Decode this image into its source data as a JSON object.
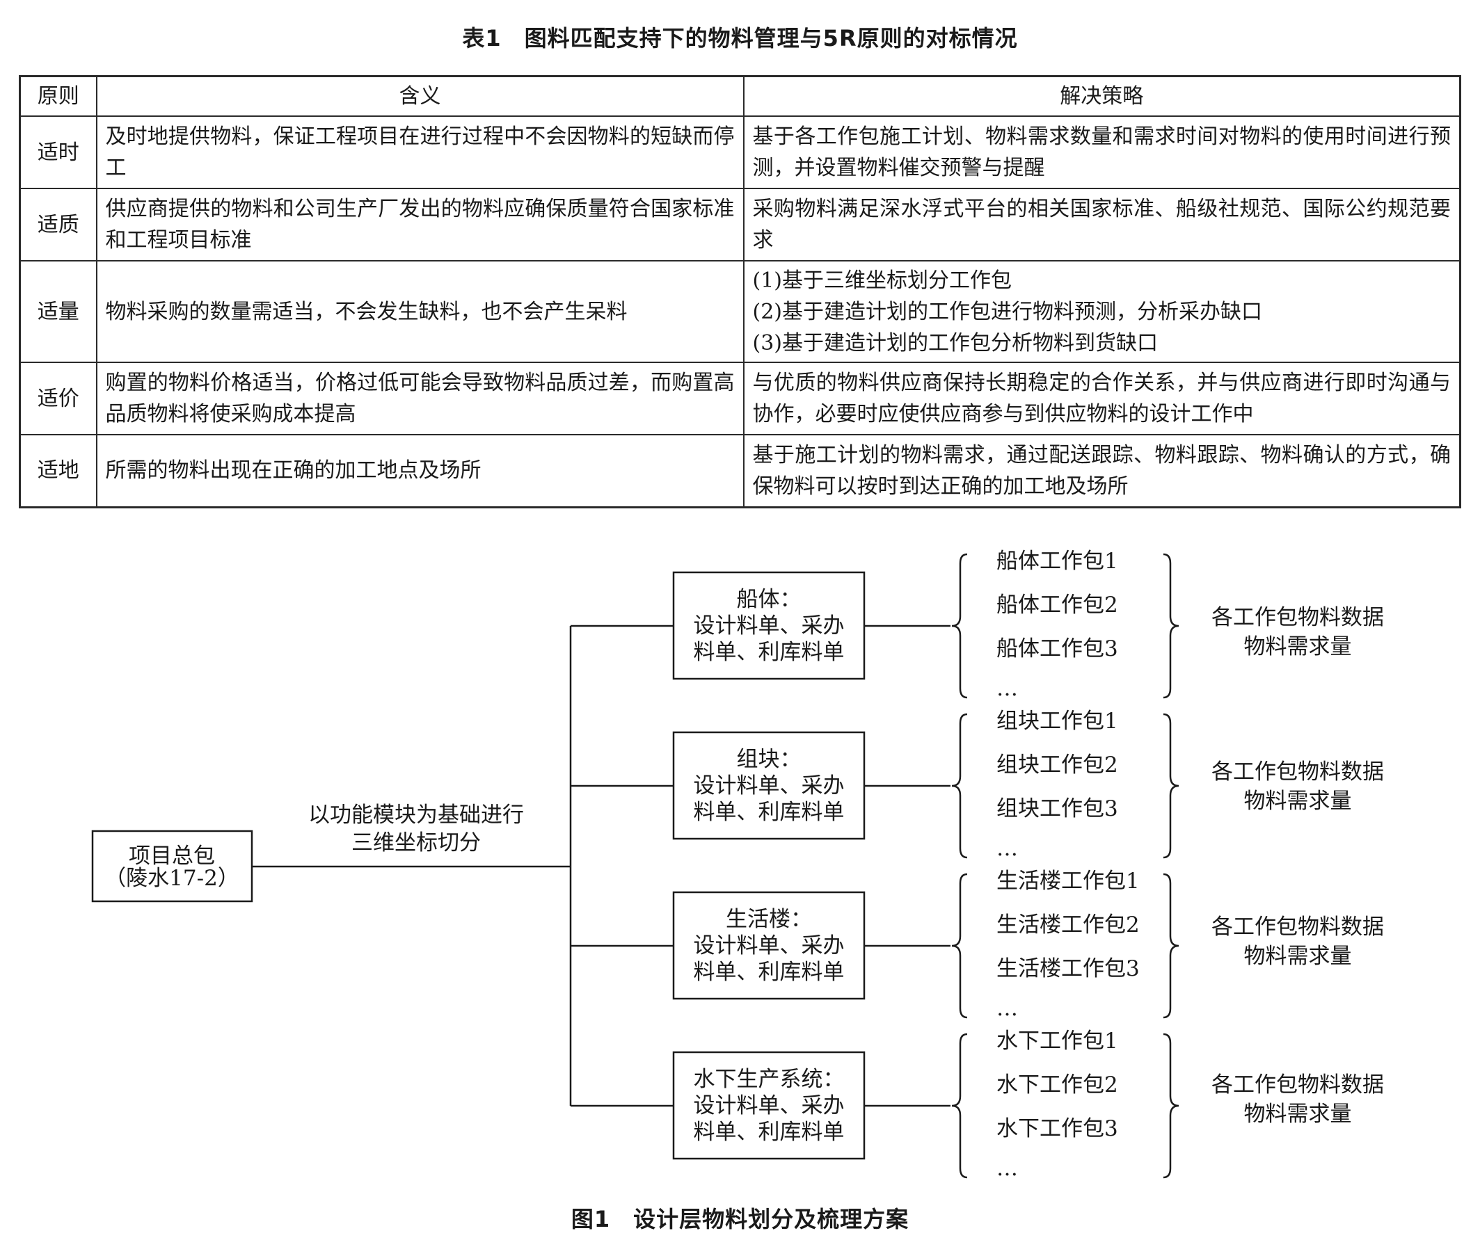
{
  "table": {
    "caption": "表1　图料匹配支持下的物料管理与5R原则的对标情况",
    "headers": [
      "原则",
      "含义",
      "解决策略"
    ],
    "rows": [
      {
        "principle": "适时",
        "meaning": "及时地提供物料，保证工程项目在进行过程中不会因物料的短缺而停工",
        "strategy": [
          "基于各工作包施工计划、物料需求数量和需求时间对物料的使用时间进行预测，并设置物料催交预警与提醒"
        ]
      },
      {
        "principle": "适质",
        "meaning": "供应商提供的物料和公司生产厂发出的物料应确保质量符合国家标准和工程项目标准",
        "strategy": [
          "采购物料满足深水浮式平台的相关国家标准、船级社规范、国际公约规范要求"
        ]
      },
      {
        "principle": "适量",
        "meaning": "物料采购的数量需适当，不会发生缺料，也不会产生呆料",
        "strategy": [
          "(1)基于三维坐标划分工作包",
          "(2)基于建造计划的工作包进行物料预测，分析采办缺口",
          "(3)基于建造计划的工作包分析物料到货缺口"
        ]
      },
      {
        "principle": "适价",
        "meaning": "购置的物料价格适当，价格过低可能会导致物料品质过差，而购置高品质物料将使采购成本提高",
        "strategy": [
          "与优质的物料供应商保持长期稳定的合作关系，并与供应商进行即时沟通与协作，必要时应使供应商参与到供应物料的设计工作中"
        ]
      },
      {
        "principle": "适地",
        "meaning": "所需的物料出现在正确的加工地点及场所",
        "strategy": [
          "基于施工计划的物料需求，通过配送跟踪、物料跟踪、物料确认的方式，确保物料可以按时到达正确的加工地及场所"
        ]
      }
    ]
  },
  "figure": {
    "caption": "图1　设计层物料划分及梳理方案",
    "root": {
      "line1": "项目总包",
      "line2": "（陵水17-2）"
    },
    "split_label": {
      "line1": "以功能模块为基础进行",
      "line2": "三维坐标切分"
    },
    "modules": [
      {
        "title": "船体：",
        "detail1": "设计料单、采办",
        "detail2": "料单、利库料单",
        "packages": [
          "船体工作包1",
          "船体工作包2",
          "船体工作包3",
          "…"
        ],
        "result1": "各工作包物料数据",
        "result2": "物料需求量"
      },
      {
        "title": "组块：",
        "detail1": "设计料单、采办",
        "detail2": "料单、利库料单",
        "packages": [
          "组块工作包1",
          "组块工作包2",
          "组块工作包3",
          "…"
        ],
        "result1": "各工作包物料数据",
        "result2": "物料需求量"
      },
      {
        "title": "生活楼：",
        "detail1": "设计料单、采办",
        "detail2": "料单、利库料单",
        "packages": [
          "生活楼工作包1",
          "生活楼工作包2",
          "生活楼工作包3",
          "…"
        ],
        "result1": "各工作包物料数据",
        "result2": "物料需求量"
      },
      {
        "title": "水下生产系统：",
        "detail1": "设计料单、采办",
        "detail2": "料单、利库料单",
        "packages": [
          "水下工作包1",
          "水下工作包2",
          "水下工作包3",
          "…"
        ],
        "result1": "各工作包物料数据",
        "result2": "物料需求量"
      }
    ]
  }
}
